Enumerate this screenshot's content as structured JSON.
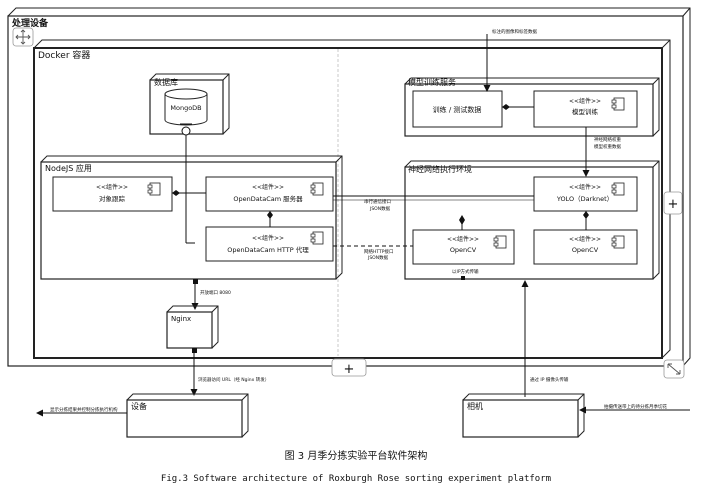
{
  "containers": {
    "processing_device": "处理设备",
    "docker": "Docker 容器",
    "database": "数据库",
    "mongodb": "MongoDB",
    "model_training": "模型训练服务",
    "nodejs_app": "NodeJS 应用",
    "nn_runtime": "神经网络执行环境",
    "nginx": "Nginx",
    "device": "设备",
    "camera": "相机"
  },
  "components": {
    "stereotype": "<<组件>>",
    "object_tracker": "对象跟踪",
    "opendatacam_server": "OpenDataCam 服务器",
    "opendatacam_proxy": "OpenDataCam HTTP 代理",
    "train_test_data": "训练 / 测试数据",
    "model_train": "模型训练",
    "yolo": "YOLO（Darknet）",
    "opencv_left": "OpenCV",
    "opencv_right": "OpenCV"
  },
  "edges": {
    "annotated_images_in": "标注的图像和标签数据",
    "weights_out_1": "神经网络权重",
    "weights_out_2": "模型权重数据",
    "serial_link_1": "串行通信接口",
    "serial_link_2": "JSON数据",
    "http_link_1": "网络HTTP接口",
    "http_link_2": "JSON数据",
    "ip_stream": "以IP方式传输",
    "nginx_port": "开放端口 8080",
    "browser_link": "浏览器访问 URL（经 Nginx 转发）",
    "camera_stream": "通过 IP 摄像头传输",
    "device_out": "显示分拣结果并控制分拣执行机构",
    "camera_in": "拍摄传送带上的待分拣月季切花"
  },
  "ui": {
    "expand_plus": "+",
    "add_plus": "+"
  },
  "caption": {
    "zh": "图 3 月季分拣实验平台软件架构",
    "en": "Fig.3 Software architecture of Roxburgh Rose sorting experiment platform"
  }
}
